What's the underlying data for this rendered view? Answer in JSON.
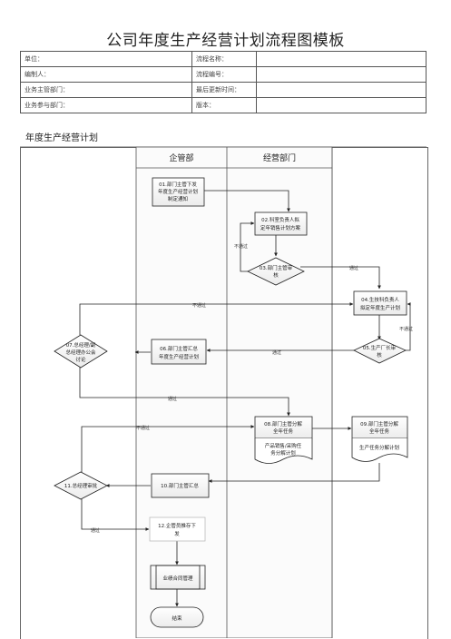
{
  "title": "公司年度生产经营计划流程图模板",
  "info": {
    "unit": "单位：",
    "process_name": "流程名称：",
    "editor": "编制人：",
    "process_no": "流程编号：",
    "owner_dept": "业务主管部门：",
    "last_update": "最后更新时间：",
    "participants": "业务参与部门：",
    "version": "版本："
  },
  "panel_title": "年度生产经营计划",
  "lanes": [
    "企管部",
    "经营部门"
  ],
  "nodes": {
    "n01": [
      "01.部门主管下发",
      "年度生产经营计划",
      "制定通知"
    ],
    "n02": [
      "02.科室负责人拟",
      "定年销售计划方案"
    ],
    "n03": [
      "03.部门主管审",
      "核"
    ],
    "n04": [
      "04.生技科负责人",
      "拟定年度生产计划"
    ],
    "n05": [
      "05.生产厂长审",
      "核"
    ],
    "n06": [
      "06.部门主管汇总",
      "年度生产经营计划"
    ],
    "n07": [
      "07.总经理/副",
      "总经理办公会",
      "讨论"
    ],
    "n08": [
      "08.部门主管分解",
      "全年任务"
    ],
    "n08doc": [
      "产品销售/采购任",
      "务分解计划"
    ],
    "n09": [
      "09.部门主管分解",
      "全年任务"
    ],
    "n09doc": [
      "生产任务分解计划"
    ],
    "n10": [
      "10.部门主管汇总"
    ],
    "n11": [
      "11.总经理审批"
    ],
    "n12": [
      "12.企管员推存下",
      "发"
    ],
    "n13": [
      "业绩合同管理"
    ],
    "end": [
      "结束"
    ]
  },
  "labels": {
    "fail": "不通过",
    "pass": "通过"
  }
}
